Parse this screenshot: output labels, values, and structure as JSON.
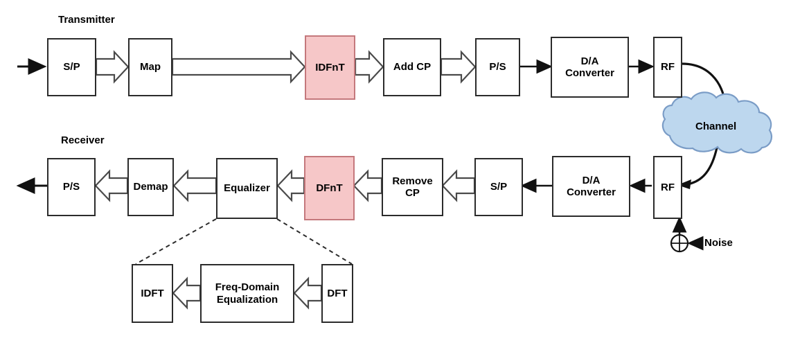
{
  "diagram": {
    "title_transmitter": "Transmitter",
    "title_receiver": "Receiver",
    "highlight_color": "#f6c7c8",
    "highlight_border_color": "#c4787c",
    "block_border_color": "#2b2b2b",
    "cloud_color": "#bdd7ee",
    "cloud_border_color": "#7a9cc6",
    "transmitter_blocks": [
      {
        "id": "tx-sp",
        "label": "S/P"
      },
      {
        "id": "tx-map",
        "label": "Map"
      },
      {
        "id": "tx-idfnt",
        "label": "IDFnT"
      },
      {
        "id": "tx-addcp",
        "label": "Add CP"
      },
      {
        "id": "tx-ps",
        "label": "P/S"
      },
      {
        "id": "tx-da",
        "label": "D/A\nConverter"
      },
      {
        "id": "tx-rf",
        "label": "RF"
      }
    ],
    "channel": {
      "label": "Channel"
    },
    "receiver_blocks": [
      {
        "id": "rx-ps",
        "label": "P/S"
      },
      {
        "id": "rx-demap",
        "label": "Demap"
      },
      {
        "id": "rx-equalizer",
        "label": "Equalizer"
      },
      {
        "id": "rx-dfnt",
        "label": "DFnT"
      },
      {
        "id": "rx-removecp",
        "label": "Remove\nCP"
      },
      {
        "id": "rx-sp",
        "label": "S/P"
      },
      {
        "id": "rx-da",
        "label": "D/A\nConverter"
      },
      {
        "id": "rx-rf",
        "label": "RF"
      }
    ],
    "noise": {
      "label": "Noise",
      "adder_symbol": "⊕"
    },
    "equalizer_detail_blocks": [
      {
        "id": "det-idft",
        "label": "IDFT"
      },
      {
        "id": "det-fde",
        "label": "Freq-Domain\nEqualization"
      },
      {
        "id": "det-dft",
        "label": "DFT"
      }
    ]
  }
}
